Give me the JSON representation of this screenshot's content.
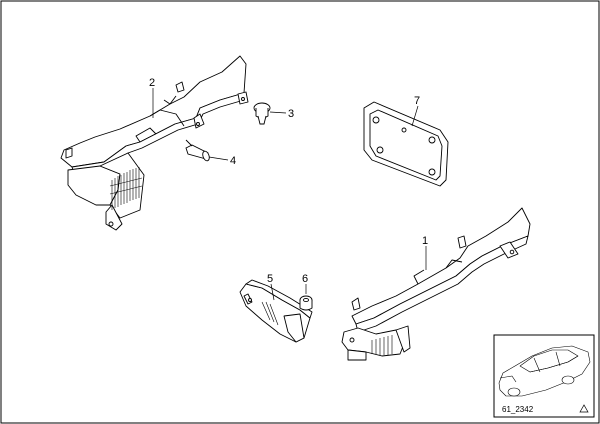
{
  "parts": [
    {
      "number": "1",
      "kind": "bracket-right"
    },
    {
      "number": "2",
      "kind": "bracket-left"
    },
    {
      "number": "3",
      "kind": "clip"
    },
    {
      "number": "4",
      "kind": "expanding-rivet"
    },
    {
      "number": "5",
      "kind": "small-bracket"
    },
    {
      "number": "6",
      "kind": "nut"
    },
    {
      "number": "7",
      "kind": "cover-plate"
    }
  ],
  "inset": {
    "reference": "61_2342",
    "icon": "warning-triangle-icon"
  },
  "colors": {
    "line": "#000000",
    "background": "#ffffff",
    "inset_border": "#000000"
  }
}
